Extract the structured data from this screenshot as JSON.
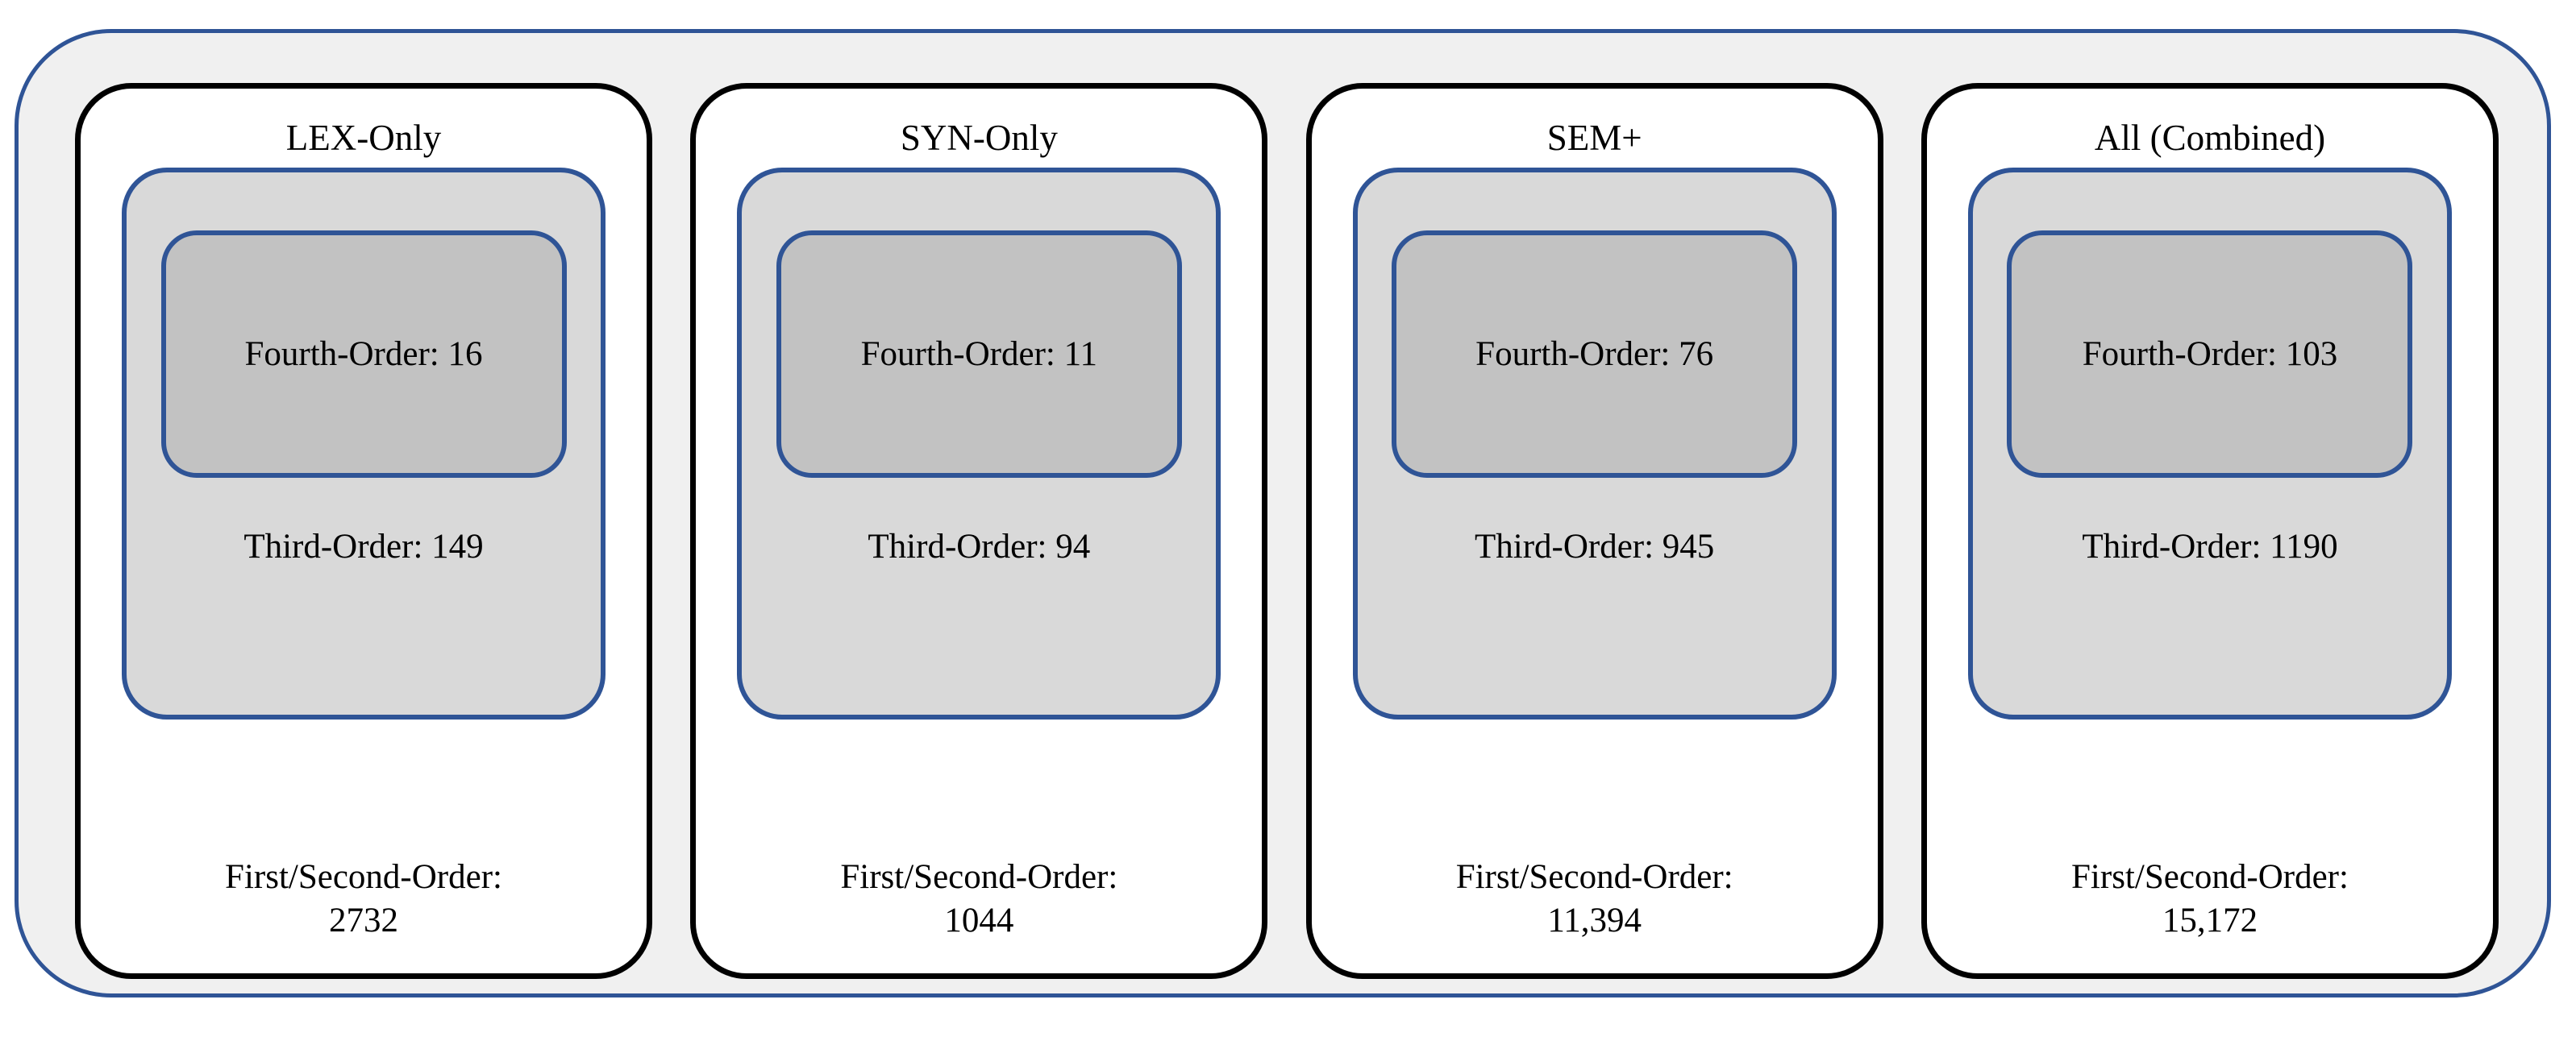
{
  "chart_data": {
    "type": "table",
    "title": "",
    "description": "Nested containment diagram: four groups, each showing cumulative interaction-order counts as concentric rounded boxes.",
    "levels": [
      "First/Second-Order",
      "Third-Order",
      "Fourth-Order"
    ],
    "categories": [
      "LEX-Only",
      "SYN-Only",
      "SEM+",
      "All (Combined)"
    ],
    "series": [
      {
        "name": "First/Second-Order",
        "values": [
          2732,
          1044,
          11394,
          15172
        ]
      },
      {
        "name": "Third-Order",
        "values": [
          149,
          94,
          945,
          1190
        ]
      },
      {
        "name": "Fourth-Order",
        "values": [
          16,
          11,
          76,
          103
        ]
      }
    ]
  },
  "colors": {
    "outer_border": "#2F5496",
    "outer_fill": "#F0F0F0",
    "panel_border": "#000000",
    "panel_fill": "#FFFFFF",
    "third_order_fill": "#D9D9D9",
    "fourth_order_fill": "#C2C2C2",
    "box_border": "#2F5496",
    "text": "#000000"
  },
  "panels": [
    {
      "title": "LEX-Only",
      "fourth_order_label": "Fourth-Order: 16",
      "third_order_label": "Third-Order: 149",
      "first_second_order_name": "First/Second-Order:",
      "first_second_order_value": "2732"
    },
    {
      "title": "SYN-Only",
      "fourth_order_label": "Fourth-Order: 11",
      "third_order_label": "Third-Order: 94",
      "first_second_order_name": "First/Second-Order:",
      "first_second_order_value": "1044"
    },
    {
      "title": "SEM+",
      "fourth_order_label": "Fourth-Order: 76",
      "third_order_label": "Third-Order: 945",
      "first_second_order_name": "First/Second-Order:",
      "first_second_order_value": "11,394"
    },
    {
      "title": "All (Combined)",
      "fourth_order_label": "Fourth-Order: 103",
      "third_order_label": "Third-Order: 1190",
      "first_second_order_name": "First/Second-Order:",
      "first_second_order_value": "15,172"
    }
  ]
}
